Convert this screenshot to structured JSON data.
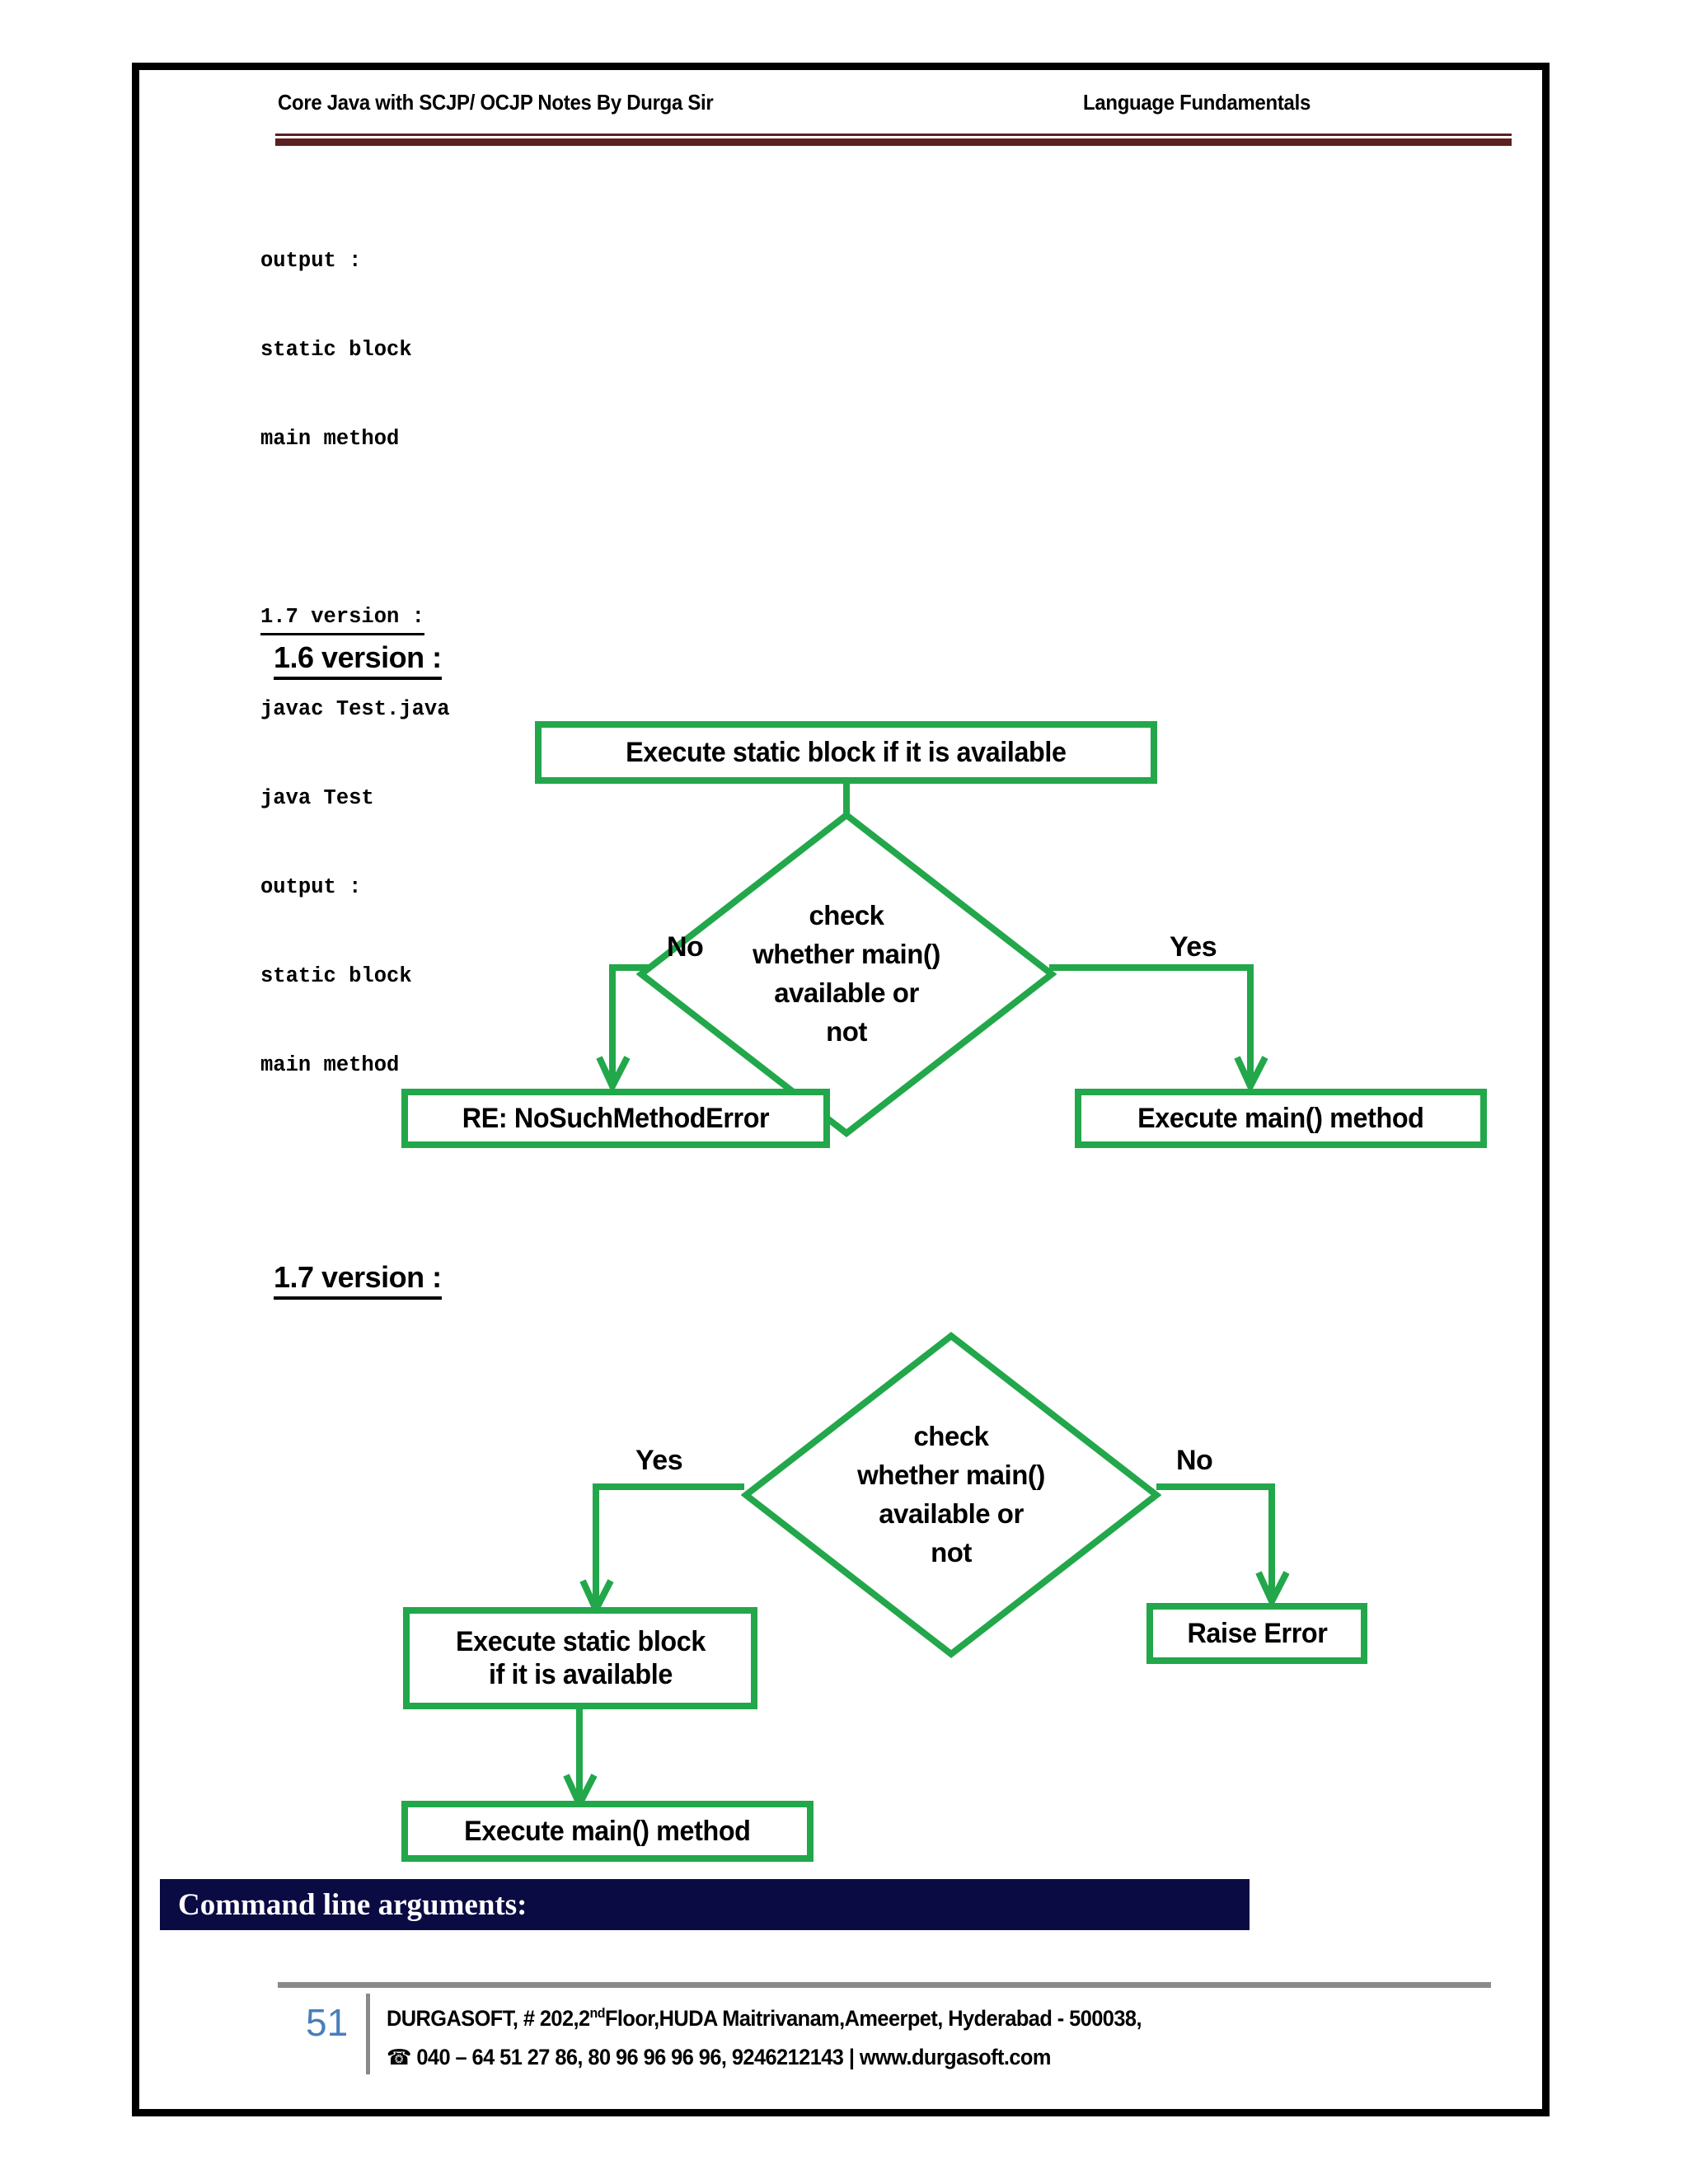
{
  "header": {
    "left_title": "Core Java with SCJP/ OCJP Notes By Durga Sir",
    "right_title": "Language Fundamentals"
  },
  "code_block": {
    "lines": [
      "output :",
      "static block",
      "main method",
      "",
      "1.7 version :",
      "javac Test.java",
      "java Test",
      "output :",
      "static block",
      "main method"
    ],
    "underlined_line_index": 4
  },
  "sections": [
    {
      "heading": "1.6 version :",
      "flowchart": {
        "top_box": "Execute static block if it is available",
        "decision": [
          "check",
          "whether main()",
          "available or",
          "not"
        ],
        "left_branch_label": "No",
        "right_branch_label": "Yes",
        "left_box": "RE: NoSuchMethodError",
        "right_box": "Execute main() method"
      }
    },
    {
      "heading": "1.7 version :",
      "flowchart": {
        "decision": [
          "check",
          "whether main()",
          "available or",
          "not"
        ],
        "left_branch_label": "Yes",
        "right_branch_label": "No",
        "left_box_line1": "Execute static block",
        "left_box_line2": "if it is available",
        "left_box_next": "Execute main() method",
        "right_box": "Raise Error"
      }
    }
  ],
  "banner": {
    "title": "Command line arguments:"
  },
  "footer": {
    "page_number": "51",
    "address_prefix": "DURGASOFT, # 202,2",
    "address_sup": "nd",
    "address_rest": "Floor,HUDA Maitrivanam,Ameerpet, Hyderabad - 500038,",
    "phone_icon": "☎",
    "contact_line": "040 – 64 51 27 86, 80 96 96 96 96, 9246212143 | www.durgasoft.com"
  },
  "colors": {
    "flow_green": "#22A74B",
    "banner_navy": "#0B0B44",
    "header_rule": "#5C2020",
    "page_number_blue": "#4A7EBB"
  }
}
